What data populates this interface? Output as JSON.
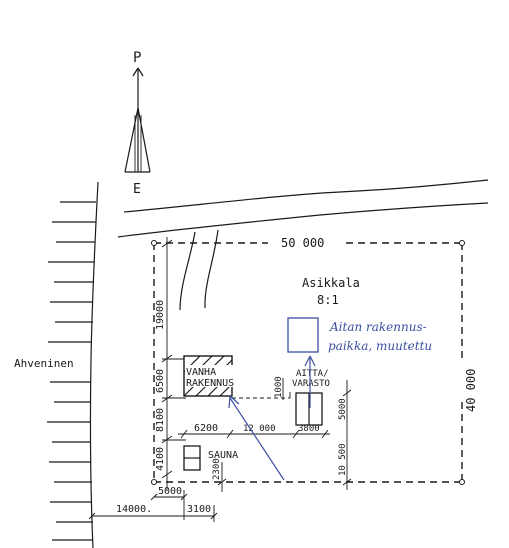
{
  "north_arrow": {
    "top_label": "P",
    "bottom_label": "E"
  },
  "lake": {
    "name": "Ahveninen"
  },
  "plot": {
    "name": "Asikkala",
    "parcel": "8:1",
    "width_label": "50 000",
    "height_label": "40 000"
  },
  "buildings": {
    "old_house": {
      "line1": "VANHA",
      "line2": "RAKENNUS"
    },
    "storehouse": {
      "line1": "AITTA/",
      "line2": "VARASTO"
    },
    "sauna": {
      "label": "SAUNA"
    }
  },
  "dimensions": {
    "d19000": "19000",
    "d6500": "6500",
    "d8100": "8100",
    "d4100": "4100",
    "d6200": "6200",
    "d12000": "12 000",
    "d3800": "3800",
    "d1000": "1000",
    "d5000v": "5000",
    "d10500": "10 500",
    "d2300": "2300",
    "d5000h": "5000",
    "d14000": "14000.",
    "d3100": "3100"
  },
  "annotation": {
    "line1": "Aitan rakennus-",
    "line2": "paikka, muutettu"
  },
  "colors": {
    "ink": "#1a1a1a",
    "annotation_blue": "#3b4fa0"
  }
}
